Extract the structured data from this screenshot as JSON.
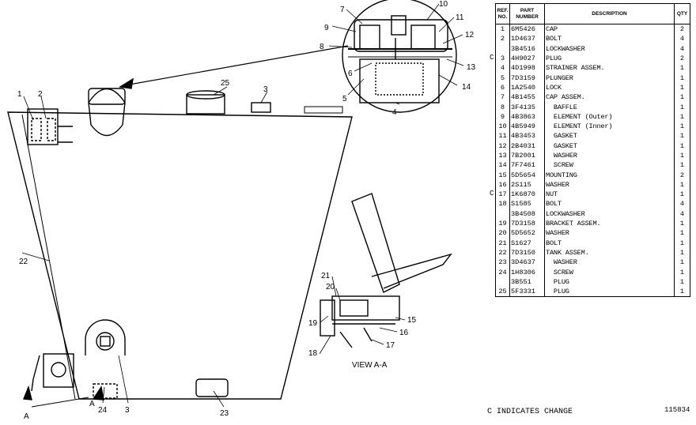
{
  "drawing": {
    "callouts": [
      "1",
      "2",
      "3",
      "3",
      "4",
      "5",
      "6",
      "7",
      "8",
      "9",
      "10",
      "11",
      "12",
      "13",
      "14",
      "15",
      "16",
      "17",
      "18",
      "19",
      "20",
      "21",
      "22",
      "23",
      "24",
      "25"
    ],
    "view_label": "VIEW A-A",
    "section_letter": "A"
  },
  "table": {
    "headers": {
      "ref": "REF. NO.",
      "part": "PART NUMBER",
      "desc": "DESCRIPTION",
      "qty": "QTY"
    },
    "rows": [
      {
        "ref": "1",
        "part": "6M5426",
        "desc": "CAP",
        "qty": "2",
        "chg": ""
      },
      {
        "ref": "2",
        "part": "1D4637",
        "desc": "BOLT",
        "qty": "4",
        "chg": ""
      },
      {
        "ref": "",
        "part": "3B4516",
        "desc": "LOCKWASHER",
        "qty": "4",
        "chg": ""
      },
      {
        "ref": "3",
        "part": "4H9027",
        "desc": "PLUG",
        "qty": "2",
        "chg": "C"
      },
      {
        "ref": "4",
        "part": "4D1998",
        "desc": "STRAINER ASSEM.",
        "qty": "1",
        "chg": ""
      },
      {
        "ref": "5",
        "part": "7D3159",
        "desc": "PLUNGER",
        "qty": "1",
        "chg": ""
      },
      {
        "ref": "6",
        "part": "1A2540",
        "desc": "LOCK",
        "qty": "1",
        "chg": ""
      },
      {
        "ref": "7",
        "part": "4B1455",
        "desc": "CAP ASSEM.",
        "qty": "1",
        "chg": ""
      },
      {
        "ref": "8",
        "part": "3F4135",
        "desc": "  BAFFLE",
        "qty": "1",
        "chg": ""
      },
      {
        "ref": "9",
        "part": "4B3863",
        "desc": "  ELEMENT (Outer)",
        "qty": "1",
        "chg": ""
      },
      {
        "ref": "10",
        "part": "4B5949",
        "desc": "  ELEMENT (Inner)",
        "qty": "1",
        "chg": ""
      },
      {
        "ref": "11",
        "part": "4B3453",
        "desc": "  GASKET",
        "qty": "1",
        "chg": ""
      },
      {
        "ref": "12",
        "part": "2B4031",
        "desc": "  GASKET",
        "qty": "1",
        "chg": ""
      },
      {
        "ref": "13",
        "part": "7B2001",
        "desc": "  WASHER",
        "qty": "1",
        "chg": ""
      },
      {
        "ref": "14",
        "part": "7F7461",
        "desc": "  SCREW",
        "qty": "1",
        "chg": ""
      },
      {
        "ref": "15",
        "part": "5D5654",
        "desc": "MOUNTING",
        "qty": "2",
        "chg": ""
      },
      {
        "ref": "16",
        "part": "2S115",
        "desc": "WASHER",
        "qty": "1",
        "chg": ""
      },
      {
        "ref": "17",
        "part": "1K6870",
        "desc": "NUT",
        "qty": "1",
        "chg": "C"
      },
      {
        "ref": "18",
        "part": "S1585",
        "desc": "BOLT",
        "qty": "4",
        "chg": ""
      },
      {
        "ref": "",
        "part": "3B4508",
        "desc": "LOCKWASHER",
        "qty": "4",
        "chg": ""
      },
      {
        "ref": "19",
        "part": "7D3158",
        "desc": "BRACKET ASSEM.",
        "qty": "1",
        "chg": ""
      },
      {
        "ref": "20",
        "part": "5D5652",
        "desc": "WASHER",
        "qty": "1",
        "chg": ""
      },
      {
        "ref": "21",
        "part": "S1627",
        "desc": "BOLT",
        "qty": "1",
        "chg": ""
      },
      {
        "ref": "22",
        "part": "7D3150",
        "desc": "TANK ASSEM.",
        "qty": "1",
        "chg": ""
      },
      {
        "ref": "23",
        "part": "3D4637",
        "desc": "  WASHER",
        "qty": "1",
        "chg": ""
      },
      {
        "ref": "24",
        "part": "1H8306",
        "desc": "  SCREW",
        "qty": "1",
        "chg": ""
      },
      {
        "ref": "",
        "part": "3B551",
        "desc": "  PLUG",
        "qty": "1",
        "chg": ""
      },
      {
        "ref": "25",
        "part": "5F3331",
        "desc": "  PLUG",
        "qty": "1",
        "chg": ""
      }
    ]
  },
  "footer": {
    "note": "C INDICATES CHANGE",
    "code": "115834"
  }
}
